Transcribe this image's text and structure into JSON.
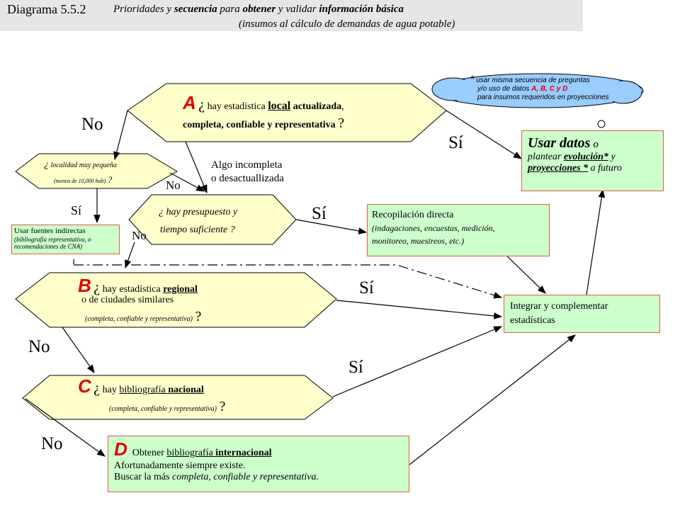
{
  "title": {
    "number": "Diagrama 5.5.2",
    "main_plain1": "Prioridades y ",
    "main_bold1": "secuencia",
    "main_plain2": " para ",
    "main_bold2": "obtener",
    "main_plain3": " y validar ",
    "main_bold3": "información básica",
    "subtitle": "(insumos al cálculo de demandas de agua potable)"
  },
  "cloud": {
    "star": "*",
    "line1": "usar misma secuencia de preguntas",
    "line2a": "y/o uso de datos ",
    "letters": "A, B, C  y D",
    "line3": "para insumos requeridos en proyecciones"
  },
  "node_a": {
    "letter": "A",
    "q_open": "¿",
    "text1": "hay estadística ",
    "local": "local",
    "text2": " actualizada",
    "text3": ",",
    "line2": "completa, confiable y representativa",
    "q_close": "?"
  },
  "node_localidad": {
    "q_open": "¿",
    "text1": "localidad muy pequeña",
    "text2": "(menos de 10,000 hab)",
    "q_close": "?"
  },
  "node_presupuesto": {
    "q_open": "¿",
    "text1": "hay presupuesto y",
    "text2": "tiempo suficiente",
    "q_close": "?"
  },
  "node_b": {
    "letter": "B",
    "q_open": "¿",
    "text1": "hay estadística ",
    "regional": "regional",
    "line2": "o de ciudades similares",
    "line3": "(completa,  confiable y representativa)",
    "q_close": "?"
  },
  "node_c": {
    "letter": "C",
    "q_open": "¿",
    "text1": "hay ",
    "bibliografia": "bibliografía ",
    "nacional": "nacional",
    "line2": "(completa,  confiable y representativa)",
    "q_close": "?"
  },
  "box_usar_datos": {
    "title": "Usar datos",
    "o": "o",
    "line2a": "plantear ",
    "evolucion": "evolución*",
    "line2b": " y",
    "proyecciones": "proyecciones *",
    "line3b": " a futuro"
  },
  "box_fuentes": {
    "line1": "Usar fuentes indirectas",
    "line2": "(bibliografía representativa, o",
    "line3": "recomendaciones de CNA)"
  },
  "box_recopilacion": {
    "line1": "Recopilación directa",
    "line2": "(indagaciones, encuestas, medición,",
    "line3": "monitoreo,  muestreos, etc.)"
  },
  "box_integrar": {
    "line1": "Integrar y complementar",
    "line2": "estadísticas"
  },
  "box_d": {
    "letter": "D",
    "text1": "Obtener ",
    "bibliografia": "bibliografía ",
    "internacional": "internacional",
    "line2": "Afortunadamente siempre existe.",
    "line3a": "Buscar la más ",
    "line3b": "completa,  confiable y representativa."
  },
  "labels": {
    "no_a": "No",
    "si_a": "Sí",
    "algo": "Algo incompleta",
    "desactual": "o desactuallizada",
    "no_loc": "No",
    "si_loc": "Sí",
    "si_pres": "Sí",
    "no_pres": "No",
    "si_b": "Sí",
    "no_b": "No",
    "si_c": "Sí",
    "no_c": "No"
  },
  "colors": {
    "decision_fill": "#ffffcc",
    "box_fill": "#ccffcc",
    "box_border": "#e06040",
    "cloud_fill": "#99ccff",
    "accent_red": "#e00000"
  }
}
